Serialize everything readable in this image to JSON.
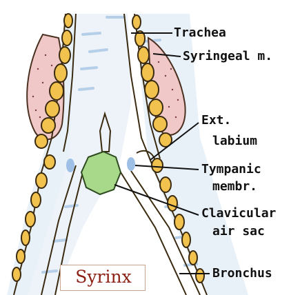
{
  "title": "Syrinx",
  "labels": {
    "trachea": "Trachea",
    "syringeal_m": "Syringeal m.",
    "ext_labium_1": "Ext.",
    "ext_labium_2": "labium",
    "tympanic_1": "Tympanic",
    "tympanic_2": "membr.",
    "clavicular_1": "Clavicular",
    "clavicular_2": "air sac",
    "bronchus": "Bronchus"
  },
  "colors": {
    "cartilage": "#f2c24e",
    "cartilage_outline": "#3a2a10",
    "muscle": "#f0c8c8",
    "muscle_dots": "#7a3a3a",
    "airway": "#e6eff8",
    "air_streak": "#aecbe6",
    "membrane": "#a8d88a",
    "title_text": "#8b1e12"
  }
}
